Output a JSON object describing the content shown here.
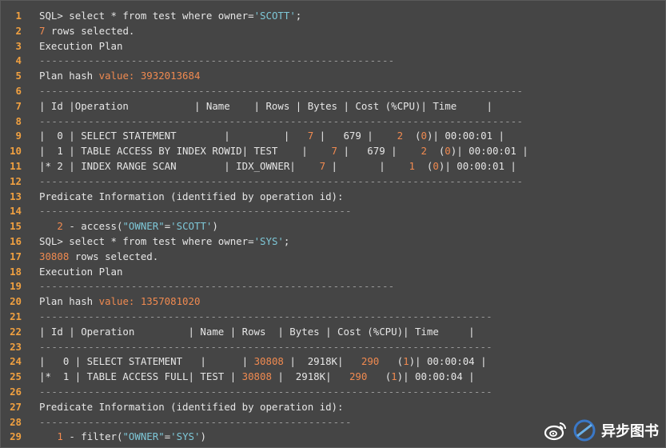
{
  "colors": {
    "background": "#454545",
    "line_number": "#f0a040",
    "text": "#e6e6e6",
    "number_token": "#f08a50",
    "string_token": "#7ec8d8",
    "dashes": "#9a9a9a"
  },
  "lines": [
    {
      "n": "1",
      "parts": [
        {
          "t": "SQL> select * from test where owner=",
          "c": "plain"
        },
        {
          "t": "'SCOTT'",
          "c": "str"
        },
        {
          "t": ";",
          "c": "plain"
        }
      ]
    },
    {
      "n": "2",
      "parts": [
        {
          "t": "7",
          "c": "num"
        },
        {
          "t": " rows selected.",
          "c": "plain"
        }
      ]
    },
    {
      "n": "3",
      "parts": [
        {
          "t": "Execution Plan",
          "c": "plain"
        }
      ]
    },
    {
      "n": "4",
      "parts": [
        {
          "t": "----------------------------------------------------------",
          "c": "dash"
        }
      ]
    },
    {
      "n": "5",
      "parts": [
        {
          "t": "Plan hash ",
          "c": "plain"
        },
        {
          "t": "value: 3932013684",
          "c": "kw"
        }
      ]
    },
    {
      "n": "6",
      "parts": [
        {
          "t": "-------------------------------------------------------------------------------",
          "c": "dash"
        }
      ]
    },
    {
      "n": "7",
      "parts": [
        {
          "t": "| Id |Operation           | Name    | Rows | Bytes | Cost (%CPU)| Time     |",
          "c": "plain"
        }
      ]
    },
    {
      "n": "8",
      "parts": [
        {
          "t": "-------------------------------------------------------------------------------",
          "c": "dash"
        }
      ]
    },
    {
      "n": "9",
      "parts": [
        {
          "t": "|  0 | SELECT STATEMENT        |         |   ",
          "c": "plain"
        },
        {
          "t": "7",
          "c": "num"
        },
        {
          "t": " |   679 |    ",
          "c": "plain"
        },
        {
          "t": "2",
          "c": "num"
        },
        {
          "t": "  (",
          "c": "plain"
        },
        {
          "t": "0",
          "c": "num"
        },
        {
          "t": ")| 00:00:01 |",
          "c": "plain"
        }
      ]
    },
    {
      "n": "10",
      "parts": [
        {
          "t": "|  1 | TABLE ACCESS BY INDEX ROWID| TEST    |    ",
          "c": "plain"
        },
        {
          "t": "7",
          "c": "num"
        },
        {
          "t": " |   679 |    ",
          "c": "plain"
        },
        {
          "t": "2",
          "c": "num"
        },
        {
          "t": "  (",
          "c": "plain"
        },
        {
          "t": "0",
          "c": "num"
        },
        {
          "t": ")| 00:00:01 |",
          "c": "plain"
        }
      ]
    },
    {
      "n": "11",
      "parts": [
        {
          "t": "|* 2 | INDEX RANGE SCAN        | IDX_OWNER|    ",
          "c": "plain"
        },
        {
          "t": "7",
          "c": "num"
        },
        {
          "t": " |       |    ",
          "c": "plain"
        },
        {
          "t": "1",
          "c": "num"
        },
        {
          "t": "  (",
          "c": "plain"
        },
        {
          "t": "0",
          "c": "num"
        },
        {
          "t": ")| 00:00:01 |",
          "c": "plain"
        }
      ]
    },
    {
      "n": "12",
      "parts": [
        {
          "t": "-------------------------------------------------------------------------------",
          "c": "dash"
        }
      ]
    },
    {
      "n": "13",
      "parts": [
        {
          "t": "Predicate Information (identified by operation id):",
          "c": "plain"
        }
      ]
    },
    {
      "n": "14",
      "parts": [
        {
          "t": "---------------------------------------------------",
          "c": "dash"
        }
      ]
    },
    {
      "n": "15",
      "parts": [
        {
          "t": "   ",
          "c": "plain"
        },
        {
          "t": "2",
          "c": "num"
        },
        {
          "t": " - access(",
          "c": "plain"
        },
        {
          "t": "\"OWNER\"",
          "c": "str"
        },
        {
          "t": "=",
          "c": "plain"
        },
        {
          "t": "'SCOTT'",
          "c": "str"
        },
        {
          "t": ")",
          "c": "plain"
        }
      ]
    },
    {
      "n": "16",
      "parts": [
        {
          "t": "SQL> select * from test where owner=",
          "c": "plain"
        },
        {
          "t": "'SYS'",
          "c": "str"
        },
        {
          "t": ";",
          "c": "plain"
        }
      ]
    },
    {
      "n": "17",
      "parts": [
        {
          "t": "30808",
          "c": "num"
        },
        {
          "t": " rows selected.",
          "c": "plain"
        }
      ]
    },
    {
      "n": "18",
      "parts": [
        {
          "t": "Execution Plan",
          "c": "plain"
        }
      ]
    },
    {
      "n": "19",
      "parts": [
        {
          "t": "----------------------------------------------------------",
          "c": "dash"
        }
      ]
    },
    {
      "n": "20",
      "parts": [
        {
          "t": "Plan hash ",
          "c": "plain"
        },
        {
          "t": "value: 1357081020",
          "c": "kw"
        }
      ]
    },
    {
      "n": "21",
      "parts": [
        {
          "t": "--------------------------------------------------------------------------",
          "c": "dash"
        }
      ]
    },
    {
      "n": "22",
      "parts": [
        {
          "t": "| Id | Operation         | Name | Rows  | Bytes | Cost (%CPU)| Time     |",
          "c": "plain"
        }
      ]
    },
    {
      "n": "23",
      "parts": [
        {
          "t": "--------------------------------------------------------------------------",
          "c": "dash"
        }
      ]
    },
    {
      "n": "24",
      "parts": [
        {
          "t": "|   0 | SELECT STATEMENT   |      | ",
          "c": "plain"
        },
        {
          "t": "30808",
          "c": "num"
        },
        {
          "t": " |  2918K|   ",
          "c": "plain"
        },
        {
          "t": "290",
          "c": "num"
        },
        {
          "t": "   (",
          "c": "plain"
        },
        {
          "t": "1",
          "c": "num"
        },
        {
          "t": ")| 00:00:04 |",
          "c": "plain"
        }
      ]
    },
    {
      "n": "25",
      "parts": [
        {
          "t": "|*  1 | TABLE ACCESS FULL| TEST | ",
          "c": "plain"
        },
        {
          "t": "30808",
          "c": "num"
        },
        {
          "t": " |  2918K|   ",
          "c": "plain"
        },
        {
          "t": "290",
          "c": "num"
        },
        {
          "t": "   (",
          "c": "plain"
        },
        {
          "t": "1",
          "c": "num"
        },
        {
          "t": ")| 00:00:04 |",
          "c": "plain"
        }
      ]
    },
    {
      "n": "26",
      "parts": [
        {
          "t": "--------------------------------------------------------------------------",
          "c": "dash"
        }
      ]
    },
    {
      "n": "27",
      "parts": [
        {
          "t": "Predicate Information (identified by operation id):",
          "c": "plain"
        }
      ]
    },
    {
      "n": "28",
      "parts": [
        {
          "t": "---------------------------------------------------",
          "c": "dash"
        }
      ]
    },
    {
      "n": "29",
      "parts": [
        {
          "t": "   ",
          "c": "plain"
        },
        {
          "t": "1",
          "c": "num"
        },
        {
          "t": " - filter(",
          "c": "plain"
        },
        {
          "t": "\"OWNER\"",
          "c": "str"
        },
        {
          "t": "=",
          "c": "plain"
        },
        {
          "t": "'SYS'",
          "c": "str"
        },
        {
          "t": ")",
          "c": "plain"
        }
      ]
    }
  ],
  "watermark": {
    "text": "异步图书",
    "icon": "weibo-icon"
  }
}
